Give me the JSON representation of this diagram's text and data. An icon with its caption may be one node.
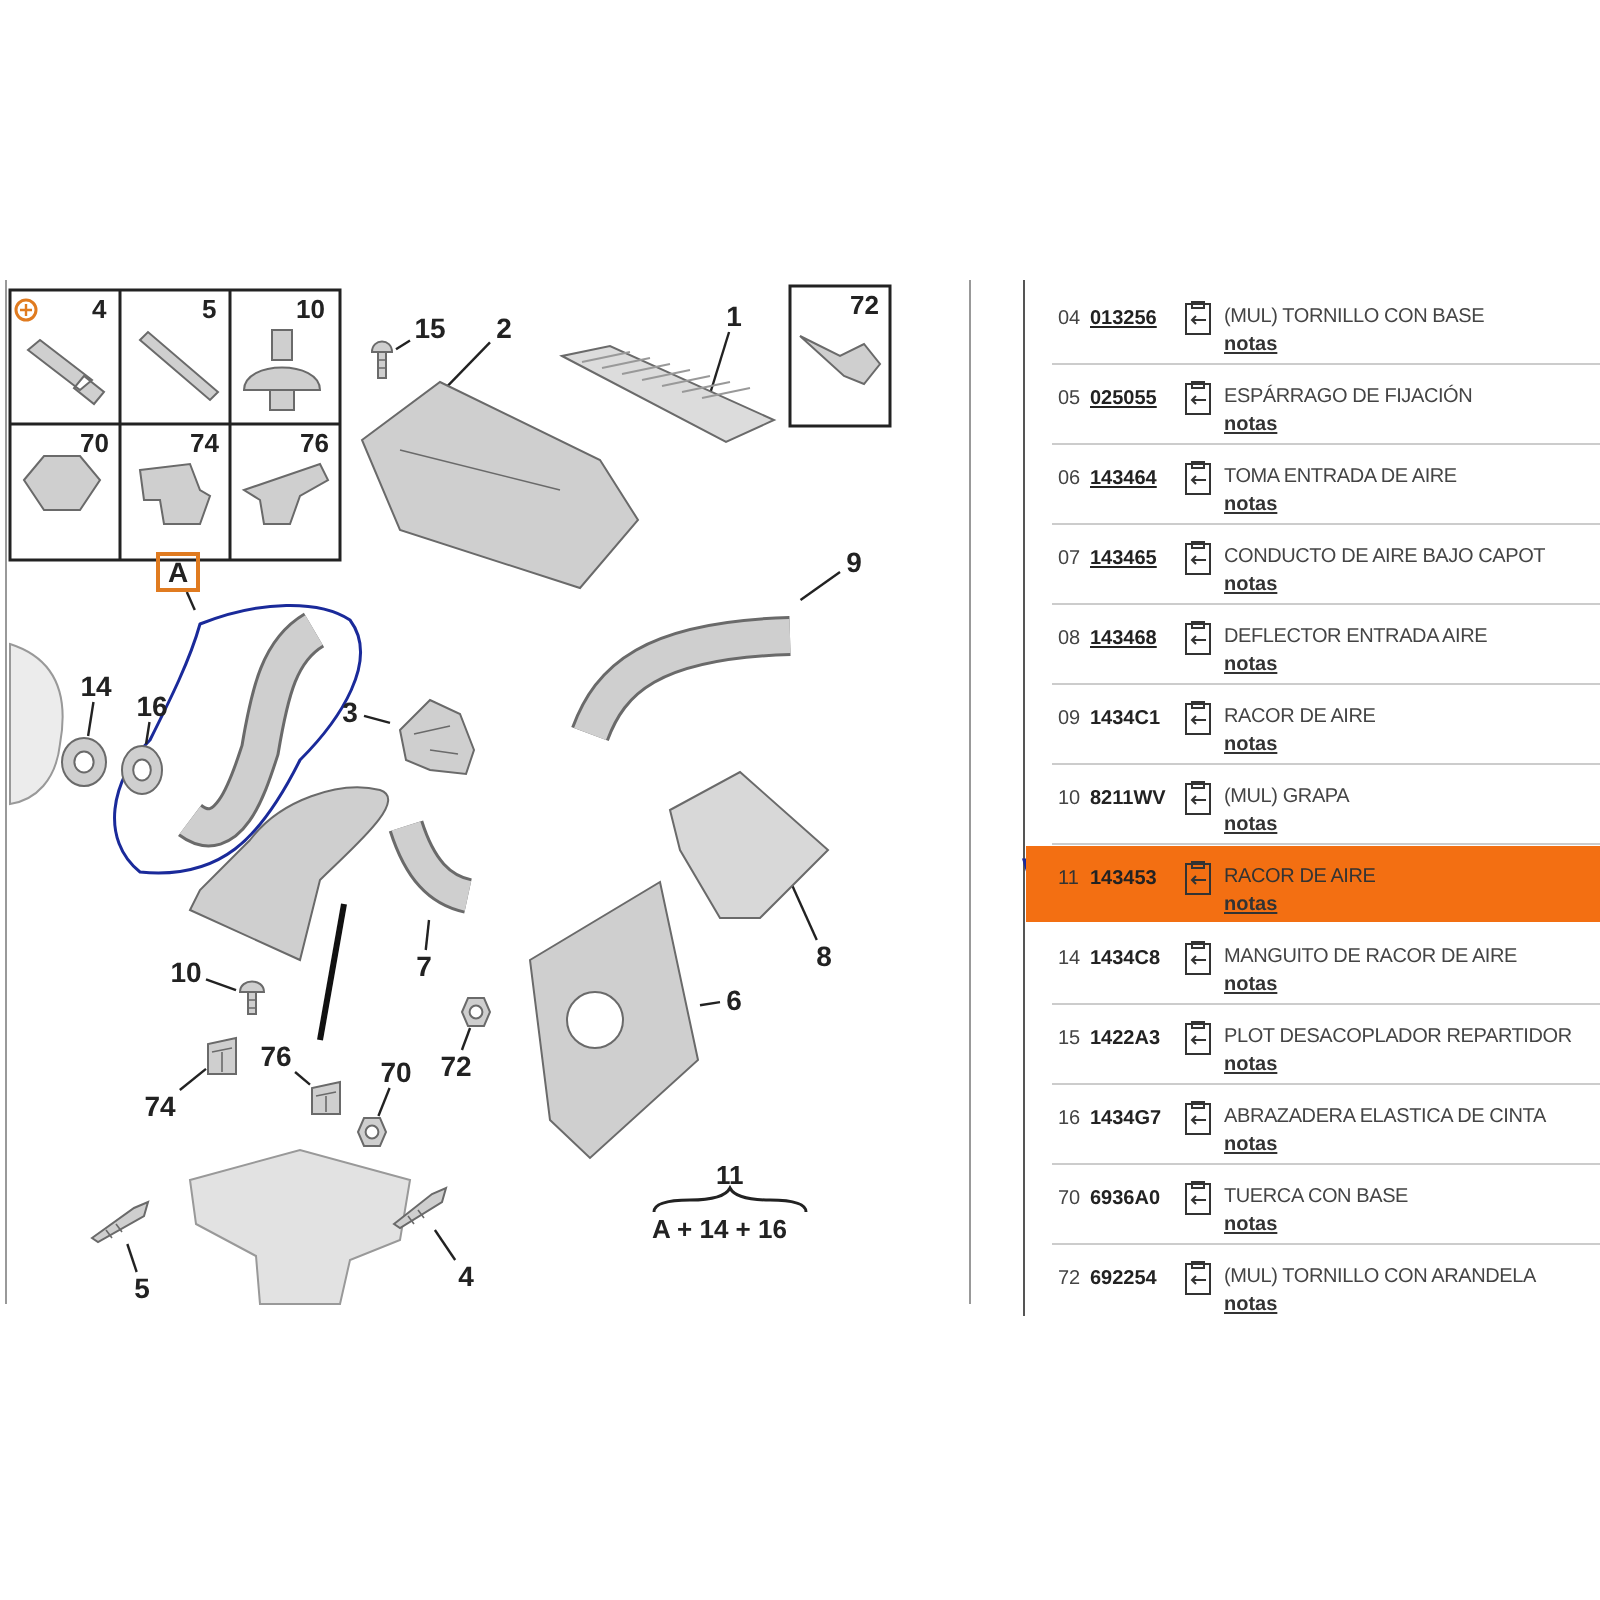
{
  "diagram": {
    "nodes": [
      {
        "text": [
          "A"
        ]
      },
      {
        "text": [],
        "shape": "picture"
      },
      {
        "text": [
          "14"
        ]
      },
      {
        "text": [],
        "shape": "picture"
      },
      {
        "text": [
          "16"
        ]
      },
      {
        "text": [],
        "shape": "picture"
      },
      {
        "text": [
          "3"
        ]
      },
      {
        "text": [],
        "shape": "picture"
      },
      {
        "text": [
          "15"
        ]
      },
      {
        "text": [],
        "shape": "picture"
      },
      {
        "text": [
          "2"
        ]
      },
      {
        "text": [],
        "shape": "picture"
      },
      {
        "text": [
          "1"
        ]
      },
      {
        "text": [],
        "shape": "picture"
      },
      {
        "text": [
          "9"
        ]
      },
      {
        "text": [],
        "shape": "picture"
      },
      {
        "text": [
          "8"
        ]
      },
      {
        "text": [],
        "shape": "picture"
      },
      {
        "text": [
          "7"
        ]
      },
      {
        "text": [],
        "shape": "picture"
      },
      {
        "text": [
          "6"
        ]
      },
      {
        "text": [],
        "shape": "picture"
      },
      {
        "text": [
          "72"
        ]
      },
      {
        "text": [],
        "shape": "picture"
      },
      {
        "text": [
          "10"
        ]
      },
      {
        "text": [],
        "shape": "picture"
      },
      {
        "text": [
          "74"
        ]
      },
      {
        "text": [],
        "shape": "picture"
      },
      {
        "text": [
          "76"
        ]
      },
      {
        "text": [],
        "shape": "picture"
      },
      {
        "text": [
          "70"
        ]
      },
      {
        "text": [],
        "shape": "picture"
      },
      {
        "text": [
          "4"
        ]
      },
      {
        "text": [],
        "shape": "picture"
      },
      {
        "text": [
          "5"
        ]
      },
      {
        "text": [],
        "shape": "picture"
      }
    ],
    "edges": [
      {
        "from": 0,
        "to": 1,
        "arrow": "none"
      },
      {
        "from": 2,
        "to": 3,
        "arrow": "none"
      },
      {
        "from": 4,
        "to": 5,
        "arrow": "none"
      },
      {
        "from": 6,
        "to": 7,
        "arrow": "none"
      },
      {
        "from": 8,
        "to": 9,
        "arrow": "none"
      },
      {
        "from": 10,
        "to": 11,
        "arrow": "none"
      },
      {
        "from": 12,
        "to": 13,
        "arrow": "none"
      },
      {
        "from": 14,
        "to": 15,
        "arrow": "none"
      },
      {
        "from": 16,
        "to": 17,
        "arrow": "none"
      },
      {
        "from": 18,
        "to": 19,
        "arrow": "none"
      },
      {
        "from": 20,
        "to": 21,
        "arrow": "none"
      },
      {
        "from": 22,
        "to": 23,
        "arrow": "none"
      },
      {
        "from": 24,
        "to": 25,
        "arrow": "none"
      },
      {
        "from": 26,
        "to": 27,
        "arrow": "none"
      },
      {
        "from": 28,
        "to": 29,
        "arrow": "none"
      },
      {
        "from": 30,
        "to": 31,
        "arrow": "none"
      },
      {
        "from": 32,
        "to": 33,
        "arrow": "none"
      },
      {
        "from": 34,
        "to": 35,
        "arrow": "none"
      }
    ],
    "labels": [
      "4",
      "5",
      "10",
      "70",
      "74",
      "76",
      "72",
      "11",
      "A + 14 + 16",
      "04",
      "013256",
      "(MUL) TORNILLO CON BASE",
      "notas",
      "05",
      "025055",
      "ESPÁRRAGO DE FIJACIÓN",
      "notas",
      "06",
      "143464",
      "TOMA ENTRADA DE AIRE",
      "notas",
      "07",
      "143465",
      "CONDUCTO DE AIRE BAJO CAPOT",
      "notas",
      "08",
      "143468",
      "DEFLECTOR ENTRADA AIRE",
      "notas",
      "09",
      "1434C1",
      "RACOR DE AIRE",
      "notas",
      "10",
      "8211WV",
      "(MUL) GRAPA",
      "notas",
      "11",
      "143453",
      "RACOR DE AIRE",
      "notas",
      "14",
      "1434C8",
      "MANGUITO DE RACOR DE AIRE",
      "notas",
      "15",
      "1422A3",
      "PLOT DESACOPLADOR REPARTIDOR",
      "notas",
      "16",
      "1434G7",
      "ABRAZADERA ELASTICA DE CINTA",
      "notas",
      "70",
      "6936A0",
      "TUERCA CON BASE",
      "notas",
      "72",
      "692254",
      "(MUL) TORNILLO CON ARANDELA",
      "notas"
    ]
  }
}
